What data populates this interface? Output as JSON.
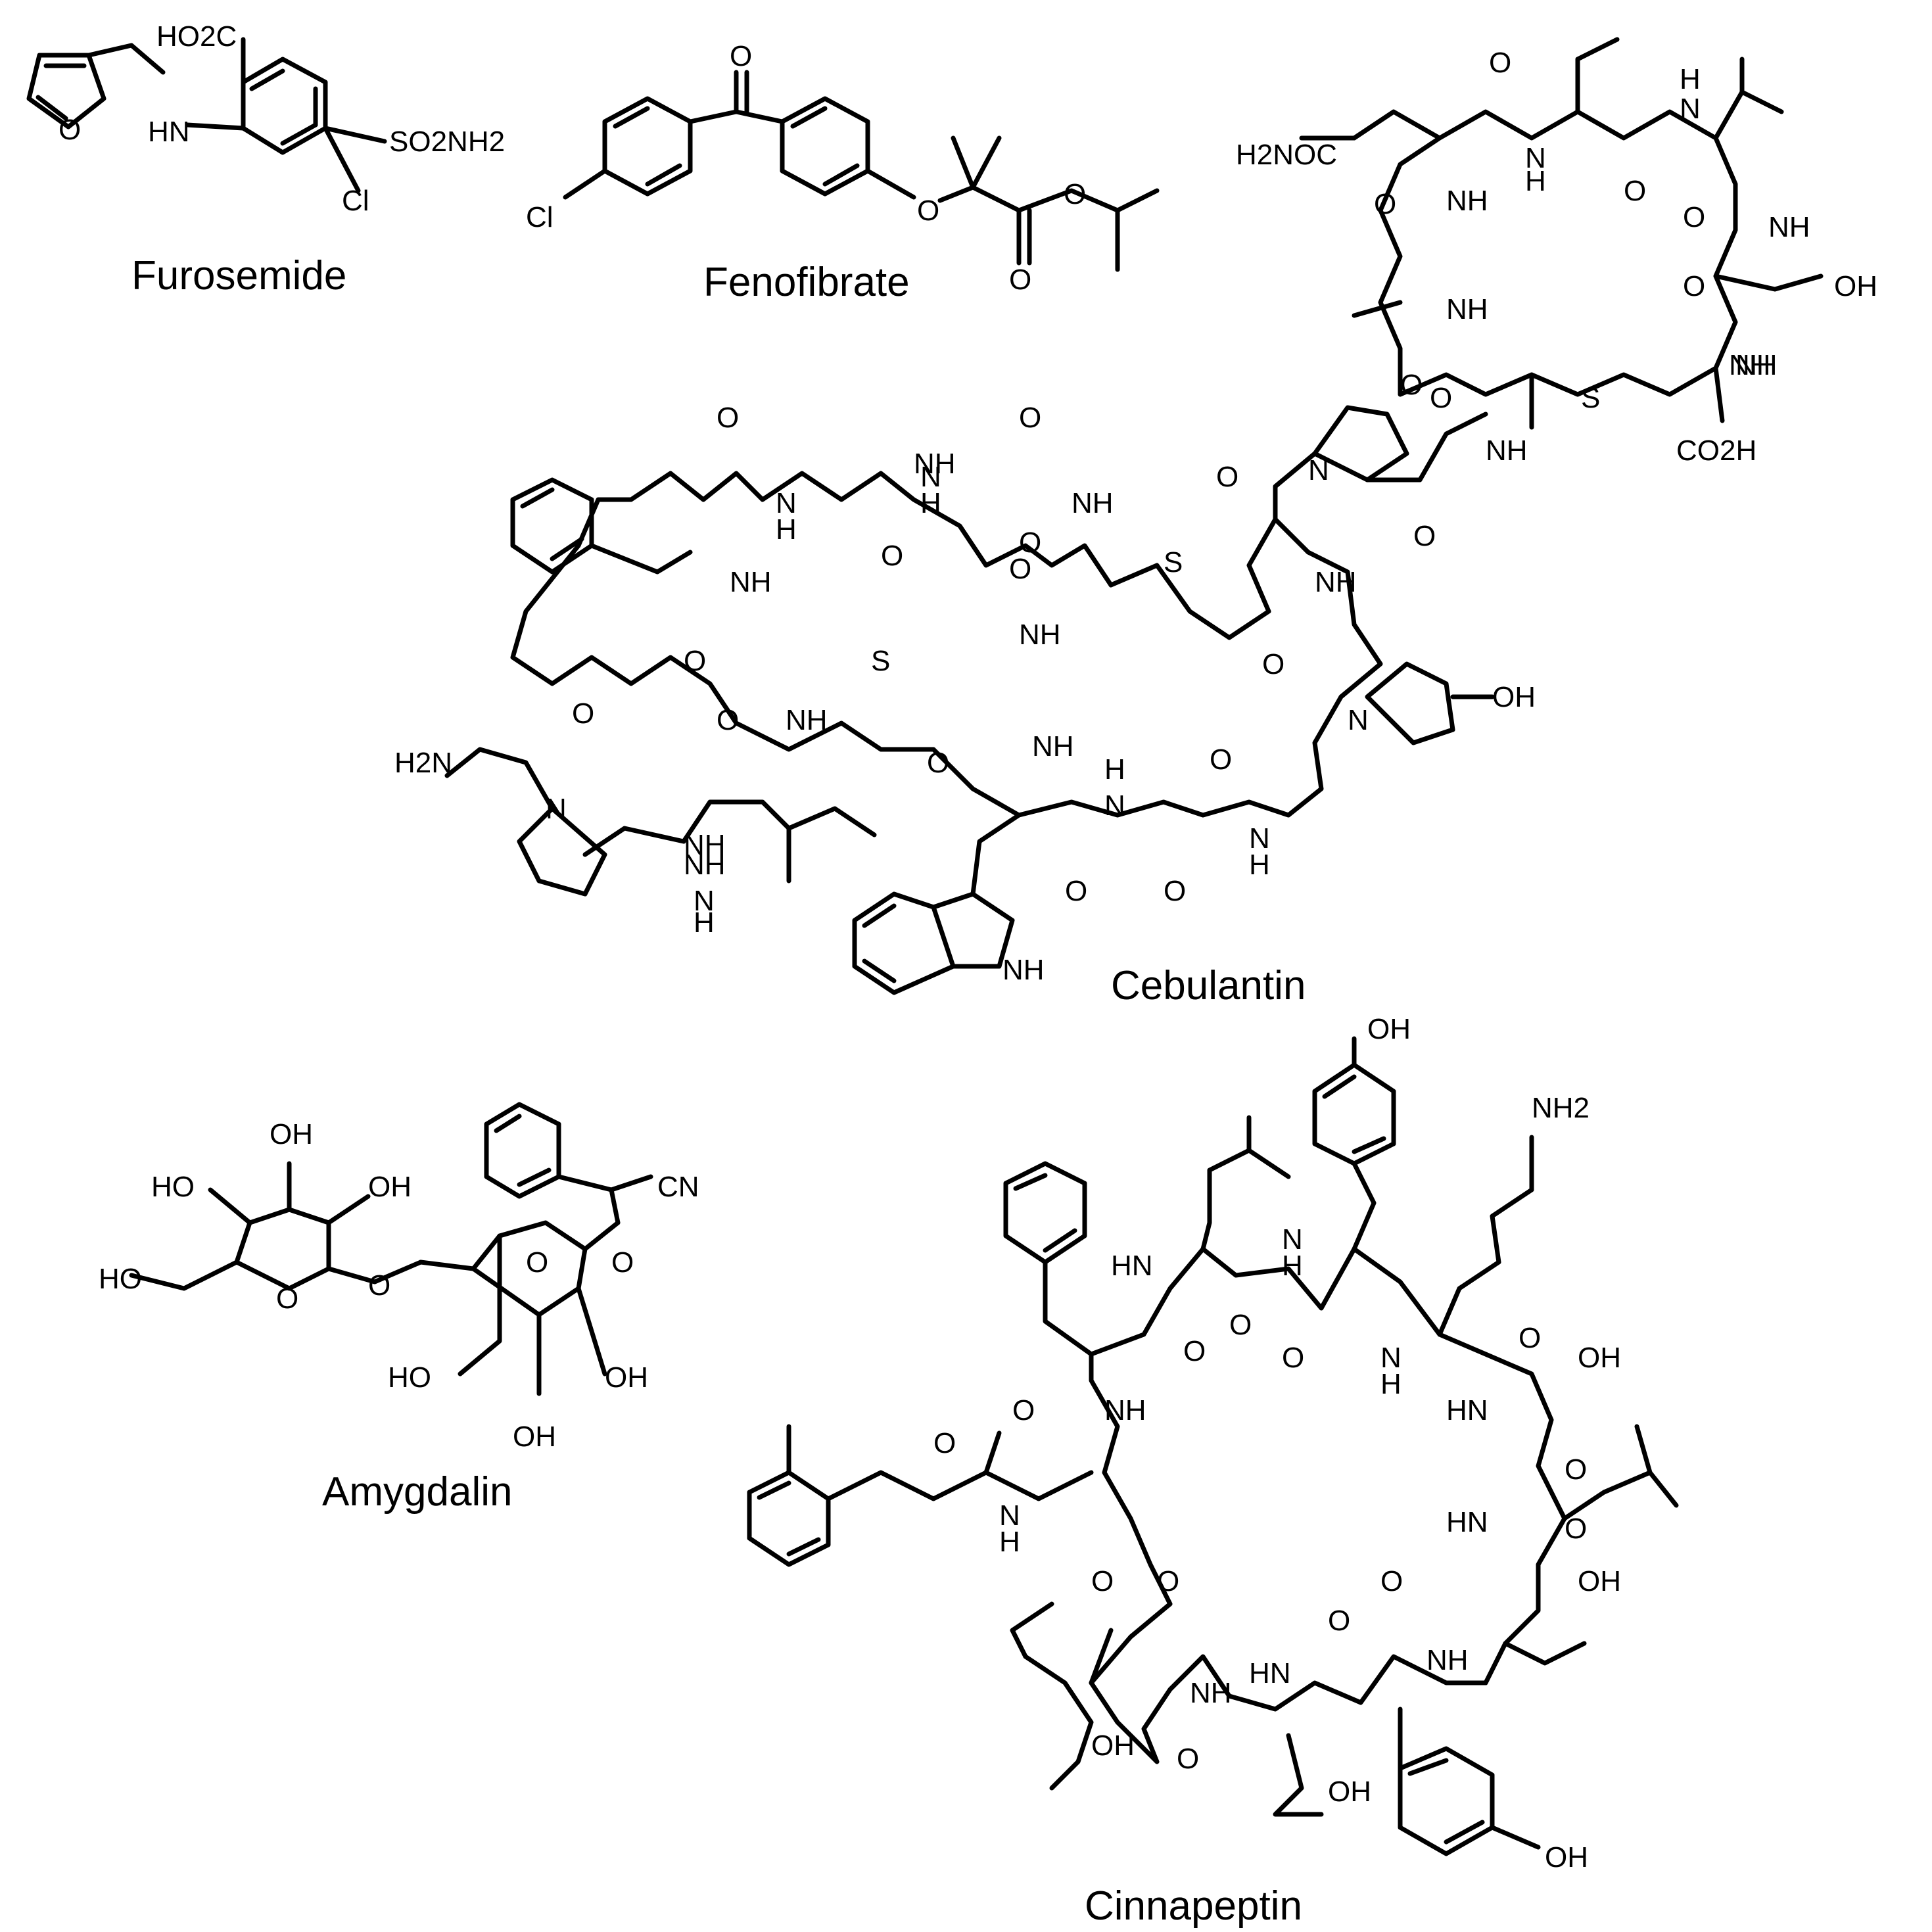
{
  "figure": {
    "captions": {
      "furosemide": "Furosemide",
      "fenofibrate": "Fenofibrate",
      "cebulantin": "Cebulantin",
      "amygdalin": "Amygdalin",
      "cinnapeptin": "Cinnapeptin"
    },
    "labels": {
      "furosemide": [
        "HO2C",
        "HN",
        "SO2NH2",
        "Cl",
        "O"
      ],
      "fenofibrate": [
        "O",
        "Cl",
        "O",
        "O",
        "O"
      ],
      "cebulantin": [
        "O",
        "H2NOC",
        "N",
        "H",
        "H",
        "N",
        "O",
        "O",
        "NH",
        "NH",
        "O",
        "O",
        "NH",
        "OH",
        "O",
        "NH",
        "O",
        "NH",
        "S",
        "NH",
        "O",
        "NH",
        "CO2H",
        "O",
        "N",
        "O",
        "O",
        "N",
        "H",
        "O",
        "N",
        "H",
        "O",
        "NH",
        "S",
        "NH",
        "O",
        "O",
        "NH",
        "NH",
        "O",
        "S",
        "NH",
        "N",
        "OH",
        "H2N",
        "O",
        "O",
        "N",
        "O",
        "NH",
        "N",
        "H",
        "NH",
        "O",
        "NH",
        "O",
        "N",
        "H",
        "O",
        "N",
        "H",
        "NH"
      ],
      "amygdalin": [
        "OH",
        "HO",
        "OH",
        "CN",
        "HO",
        "O",
        "O",
        "O",
        "O",
        "HO",
        "OH",
        "OH"
      ],
      "cinnapeptin": [
        "OH",
        "NH2",
        "HN",
        "N",
        "H",
        "O",
        "O",
        "O",
        "N",
        "H",
        "O",
        "OH",
        "O",
        "NH",
        "HN",
        "O",
        "O",
        "O",
        "N",
        "H",
        "HN",
        "O",
        "O",
        "O",
        "OH",
        "NH",
        "HN",
        "NH",
        "OH",
        "O",
        "O",
        "OH",
        "OH"
      ]
    }
  }
}
